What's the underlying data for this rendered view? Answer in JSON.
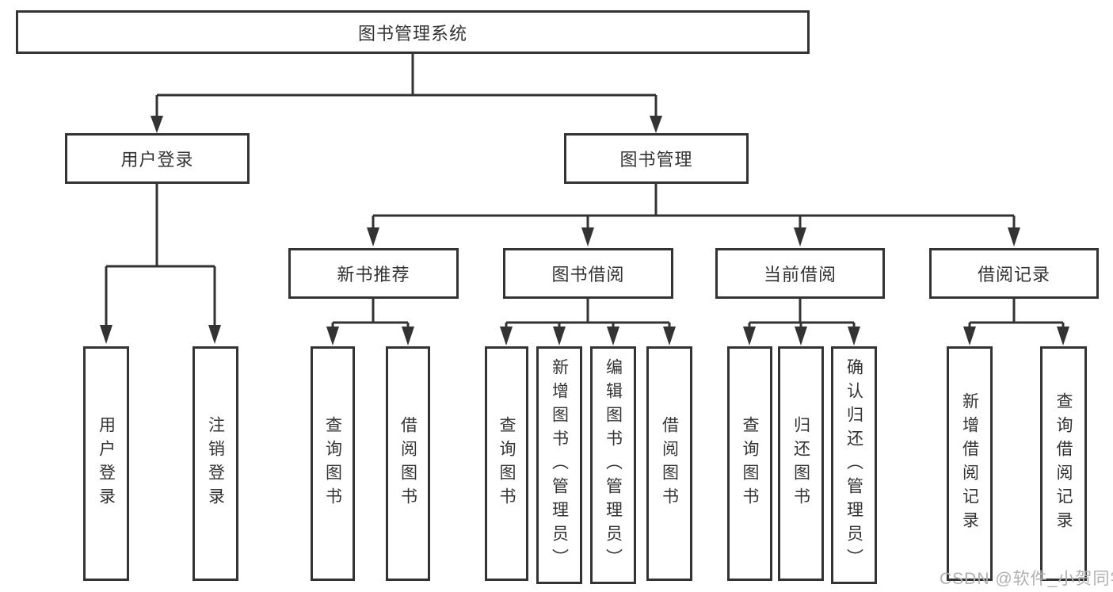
{
  "diagram": {
    "title": "图书管理系统",
    "branches": [
      {
        "label": "用户登录",
        "children": [
          "用户登录",
          "注销登录"
        ]
      },
      {
        "label": "图书管理",
        "sections": [
          {
            "label": "新书推荐",
            "children": [
              "查询图书",
              "借阅图书"
            ]
          },
          {
            "label": "图书借阅",
            "children": [
              "查询图书",
              "新增图书（管理员）",
              "编辑图书（管理员）",
              "借阅图书"
            ]
          },
          {
            "label": "当前借阅",
            "children": [
              "查询图书",
              "归还图书",
              "确认归还（管理员）"
            ]
          },
          {
            "label": "借阅记录",
            "children": [
              "新增借阅记录",
              "查询借阅记录"
            ]
          }
        ]
      }
    ]
  },
  "watermark": "CSDN @软件_小贺同学",
  "colors": {
    "line": "#333333",
    "text": "#333333",
    "watermark": "#b0b0b0",
    "background": "#ffffff"
  }
}
